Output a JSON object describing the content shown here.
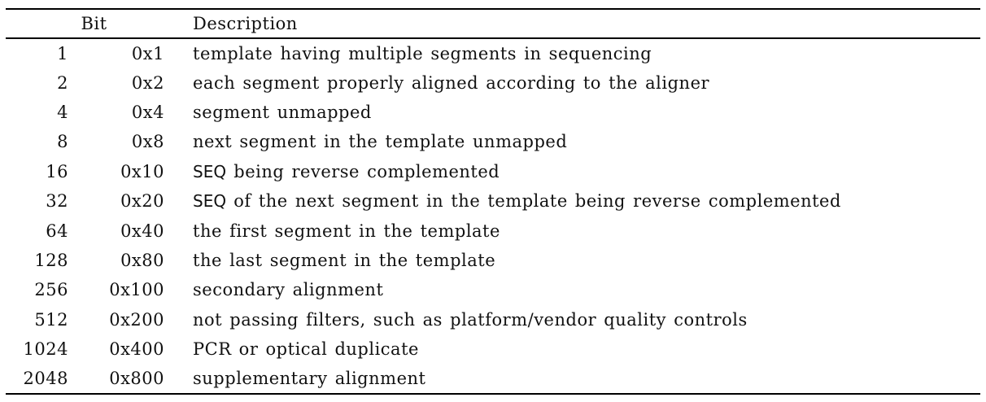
{
  "table": {
    "headers": {
      "bit": "Bit",
      "description": "Description"
    },
    "rows": [
      {
        "dec": "1",
        "hex": "0x1",
        "pre": "",
        "desc": "template having multiple segments in sequencing"
      },
      {
        "dec": "2",
        "hex": "0x2",
        "pre": "",
        "desc": "each segment properly aligned according to the aligner"
      },
      {
        "dec": "4",
        "hex": "0x4",
        "pre": "",
        "desc": "segment unmapped"
      },
      {
        "dec": "8",
        "hex": "0x8",
        "pre": "",
        "desc": "next segment in the template unmapped"
      },
      {
        "dec": "16",
        "hex": "0x10",
        "pre": "SEQ",
        "desc": " being reverse complemented"
      },
      {
        "dec": "32",
        "hex": "0x20",
        "pre": "SEQ",
        "desc": " of the next segment in the template being reverse complemented"
      },
      {
        "dec": "64",
        "hex": "0x40",
        "pre": "",
        "desc": "the first segment in the template"
      },
      {
        "dec": "128",
        "hex": "0x80",
        "pre": "",
        "desc": "the last segment in the template"
      },
      {
        "dec": "256",
        "hex": "0x100",
        "pre": "",
        "desc": "secondary alignment"
      },
      {
        "dec": "512",
        "hex": "0x200",
        "pre": "",
        "desc": "not passing filters, such as platform/vendor quality controls"
      },
      {
        "dec": "1024",
        "hex": "0x400",
        "pre": "",
        "desc": "PCR or optical duplicate"
      },
      {
        "dec": "2048",
        "hex": "0x800",
        "pre": "",
        "desc": "supplementary alignment"
      }
    ]
  },
  "colors": {
    "text": "#111111",
    "rule": "#000000",
    "background": "#ffffff"
  }
}
